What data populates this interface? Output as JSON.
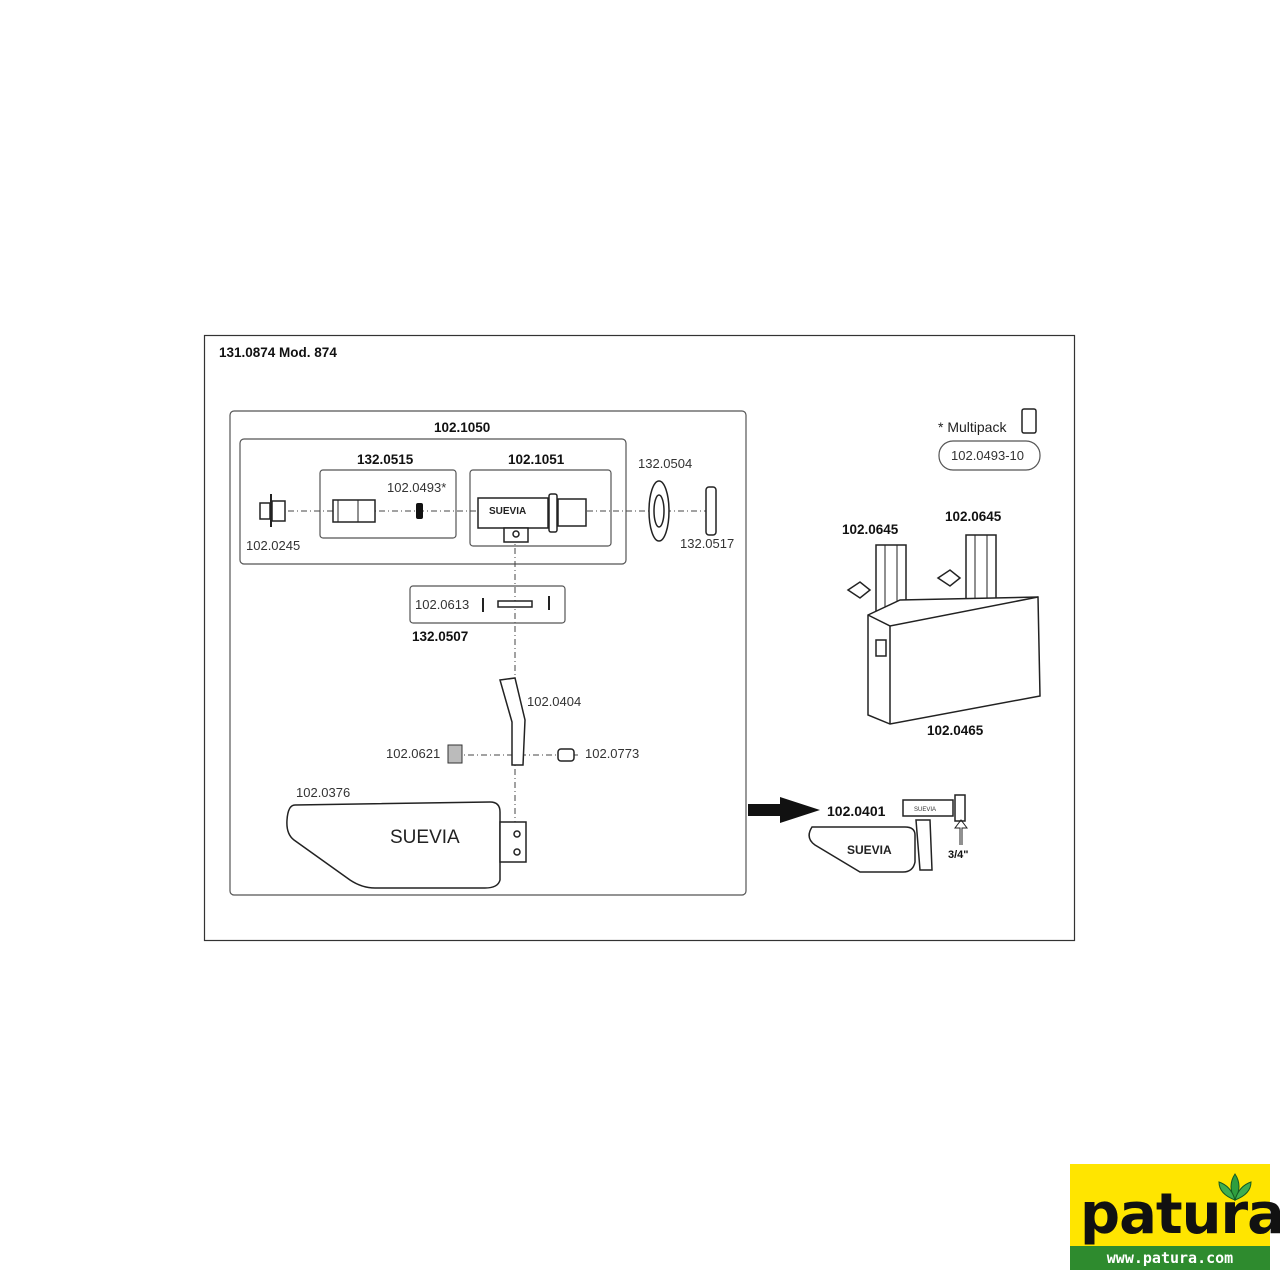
{
  "title": "131.0874 Mod. 874",
  "parts": {
    "assembly": "102.1050",
    "sub1": "132.0515",
    "sub2": "102.1051",
    "nozzle": "102.0245",
    "seal": "102.0493*",
    "washer": "132.0504",
    "nut": "132.0517",
    "pin": "102.0613",
    "pin_set": "132.0507",
    "lever": "102.0404",
    "bolt": "102.0621",
    "rivet": "102.0773",
    "paddle": "102.0376",
    "bracket_left": "102.0645",
    "bracket_right": "102.0645",
    "tank": "102.0465",
    "alt_assembly": "102.0401",
    "brand": "SUEVIA",
    "brand_small": "SUEVIA",
    "brand_alt": "SUEVIA",
    "thread": "3/4\""
  },
  "multipack": {
    "label": "* Multipack",
    "code": "102.0493-10"
  },
  "logo": {
    "word": "patura",
    "url": "www.patura.com"
  },
  "colors": {
    "logo_yellow": "#ffe500",
    "logo_green": "#2e8b2e"
  }
}
